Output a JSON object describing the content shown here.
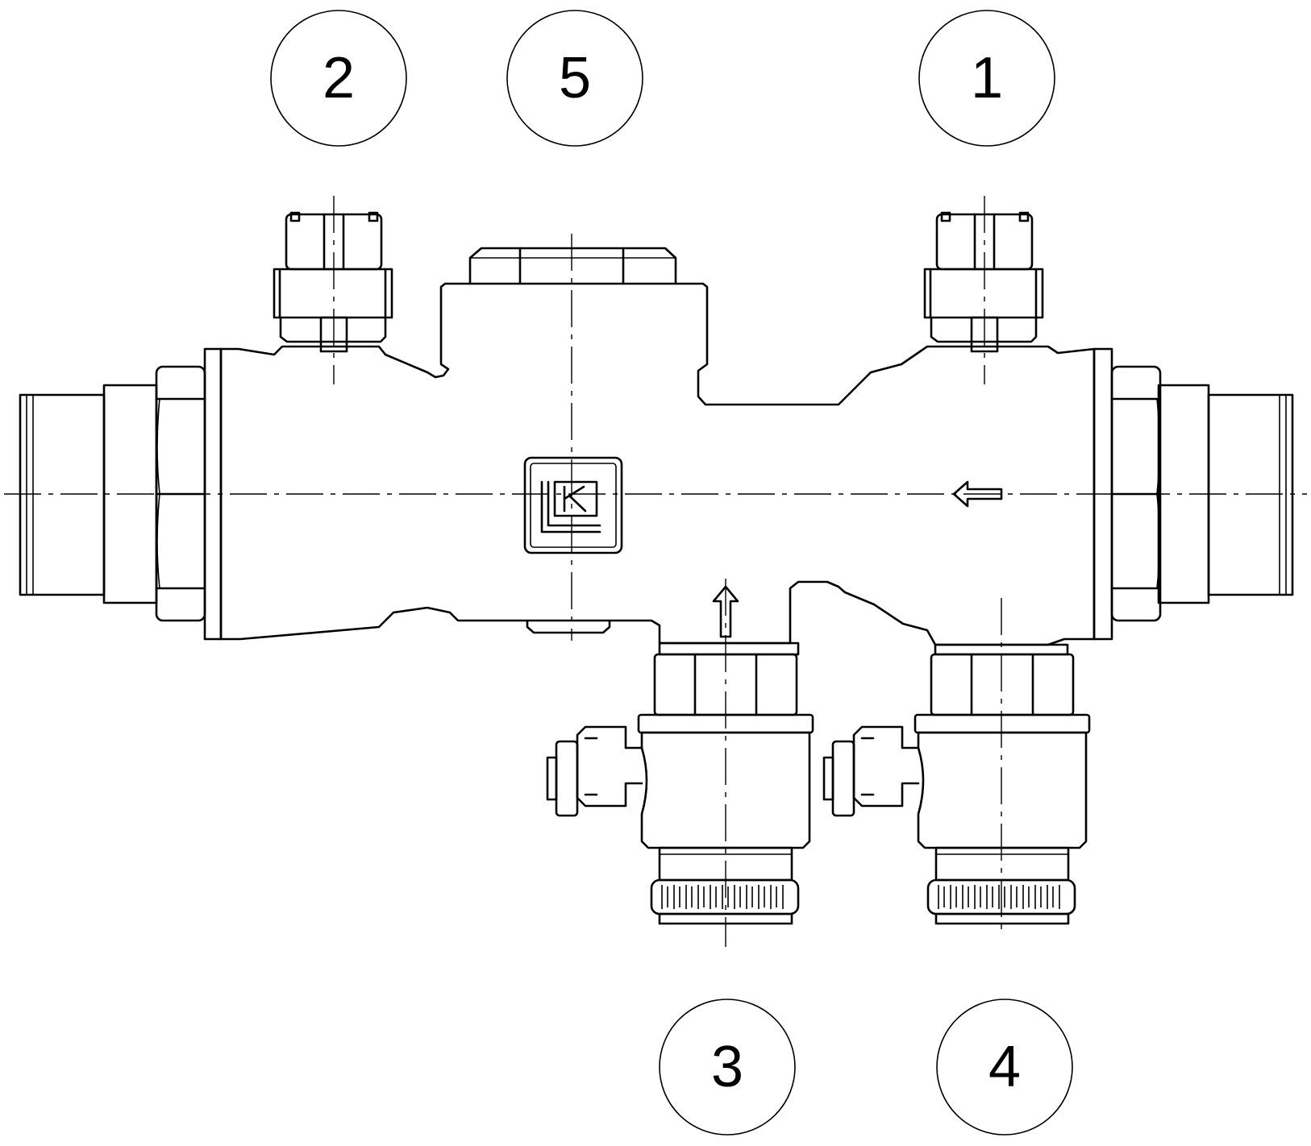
{
  "balloons": [
    {
      "id": "1",
      "label": "1"
    },
    {
      "id": "2",
      "label": "2"
    },
    {
      "id": "3",
      "label": "3"
    },
    {
      "id": "4",
      "label": "4"
    },
    {
      "id": "5",
      "label": "5"
    }
  ],
  "logo": {
    "text": "LK"
  }
}
